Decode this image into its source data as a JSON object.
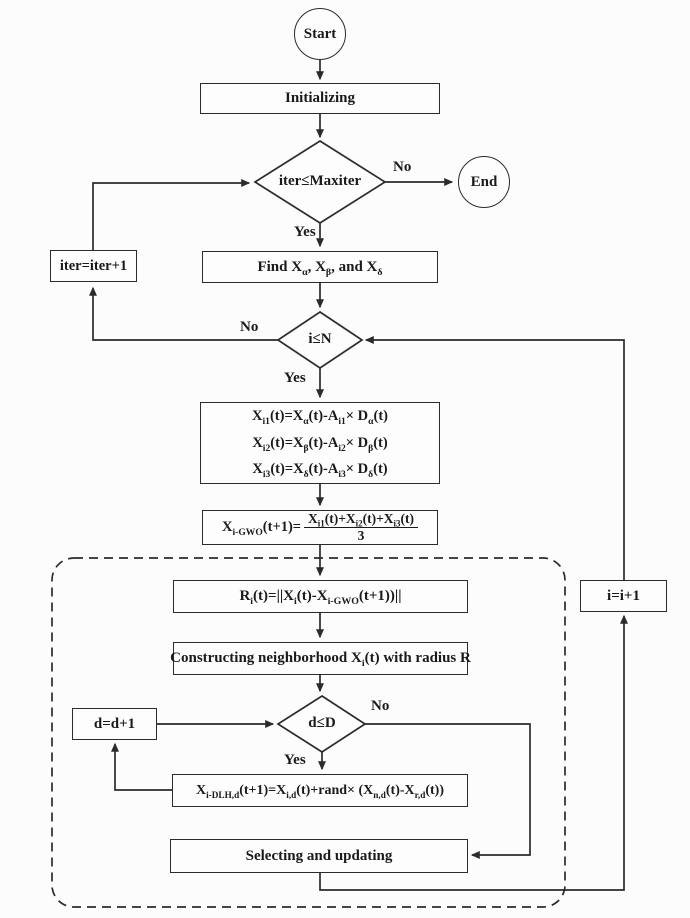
{
  "flowchart": {
    "terminals": {
      "start": "Start",
      "end": "End"
    },
    "nodes": {
      "initializing": "Initializing",
      "iter_check": "iter≤Maxiter",
      "iter_inc": "iter=iter+1",
      "find_leaders": "Find X~α~, X~β~, and X~δ~",
      "i_check": "i≤N",
      "update_eq1": "X~i1~(t)=X~α~(t)-A~i1~× D~α~(t)",
      "update_eq2": "X~i2~(t)=X~β~(t)-A~i2~× D~β~(t)",
      "update_eq3": "X~i3~(t)=X~δ~(t)-A~i3~× D~δ~(t)",
      "gwo_lhs": "X~i-GWO~(t+1)=",
      "gwo_num": "X~i1~(t)+X~i2~(t)+X~i3~(t)",
      "gwo_den": "3",
      "radius_eq": "R~i~(t)=||X~i~(t)-X~i-GWO~(t+1))||",
      "neighborhood": "Constructing neighborhood X~i~(t) with radius R",
      "d_check": "d≤D",
      "d_inc": "d=d+1",
      "dlh_eq": "X~i-DLH,d~(t+1)=X~i,d~(t)+rand× (X~n,d~(t)-X~r,d~(t))",
      "selecting": "Selecting and updating",
      "i_inc": "i=i+1"
    },
    "branch_labels": {
      "yes": "Yes",
      "no": "No"
    },
    "colors": {
      "line": "#2b2b2b",
      "text": "#1a1a1a",
      "background": "#fcfcfc"
    }
  }
}
